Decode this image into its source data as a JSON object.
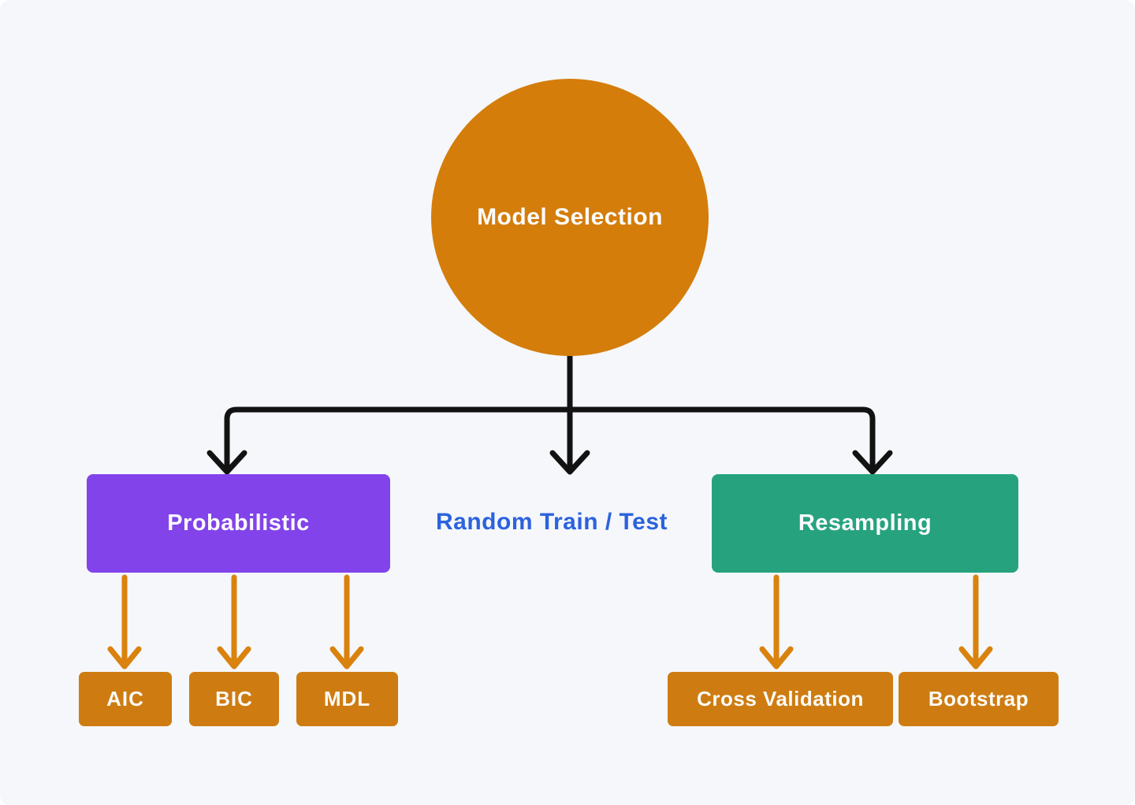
{
  "diagram": {
    "root": {
      "label": "Model Selection",
      "shape": "circle",
      "color": "#D47D0B",
      "text_color": "#FFFFFF"
    },
    "branches": [
      {
        "label": "Probabilistic",
        "shape": "rect",
        "color": "#8243EA",
        "text_color": "#FFFFFF"
      },
      {
        "label": "Random Train / Test",
        "shape": "text",
        "color": "#2B62DD"
      },
      {
        "label": "Resampling",
        "shape": "rect",
        "color": "#26A37E",
        "text_color": "#FFFFFF"
      }
    ],
    "leaves": [
      {
        "label": "AIC",
        "parent": "Probabilistic",
        "color": "#CE7C11"
      },
      {
        "label": "BIC",
        "parent": "Probabilistic",
        "color": "#CE7C11"
      },
      {
        "label": "MDL",
        "parent": "Probabilistic",
        "color": "#CE7C11"
      },
      {
        "label": "Cross Validation",
        "parent": "Resampling",
        "color": "#CE7C11"
      },
      {
        "label": "Bootstrap",
        "parent": "Resampling",
        "color": "#CE7C11"
      }
    ],
    "connector_colors": {
      "primary": "#121212",
      "secondary": "#D9820E"
    },
    "background": "#F5F7FA"
  }
}
